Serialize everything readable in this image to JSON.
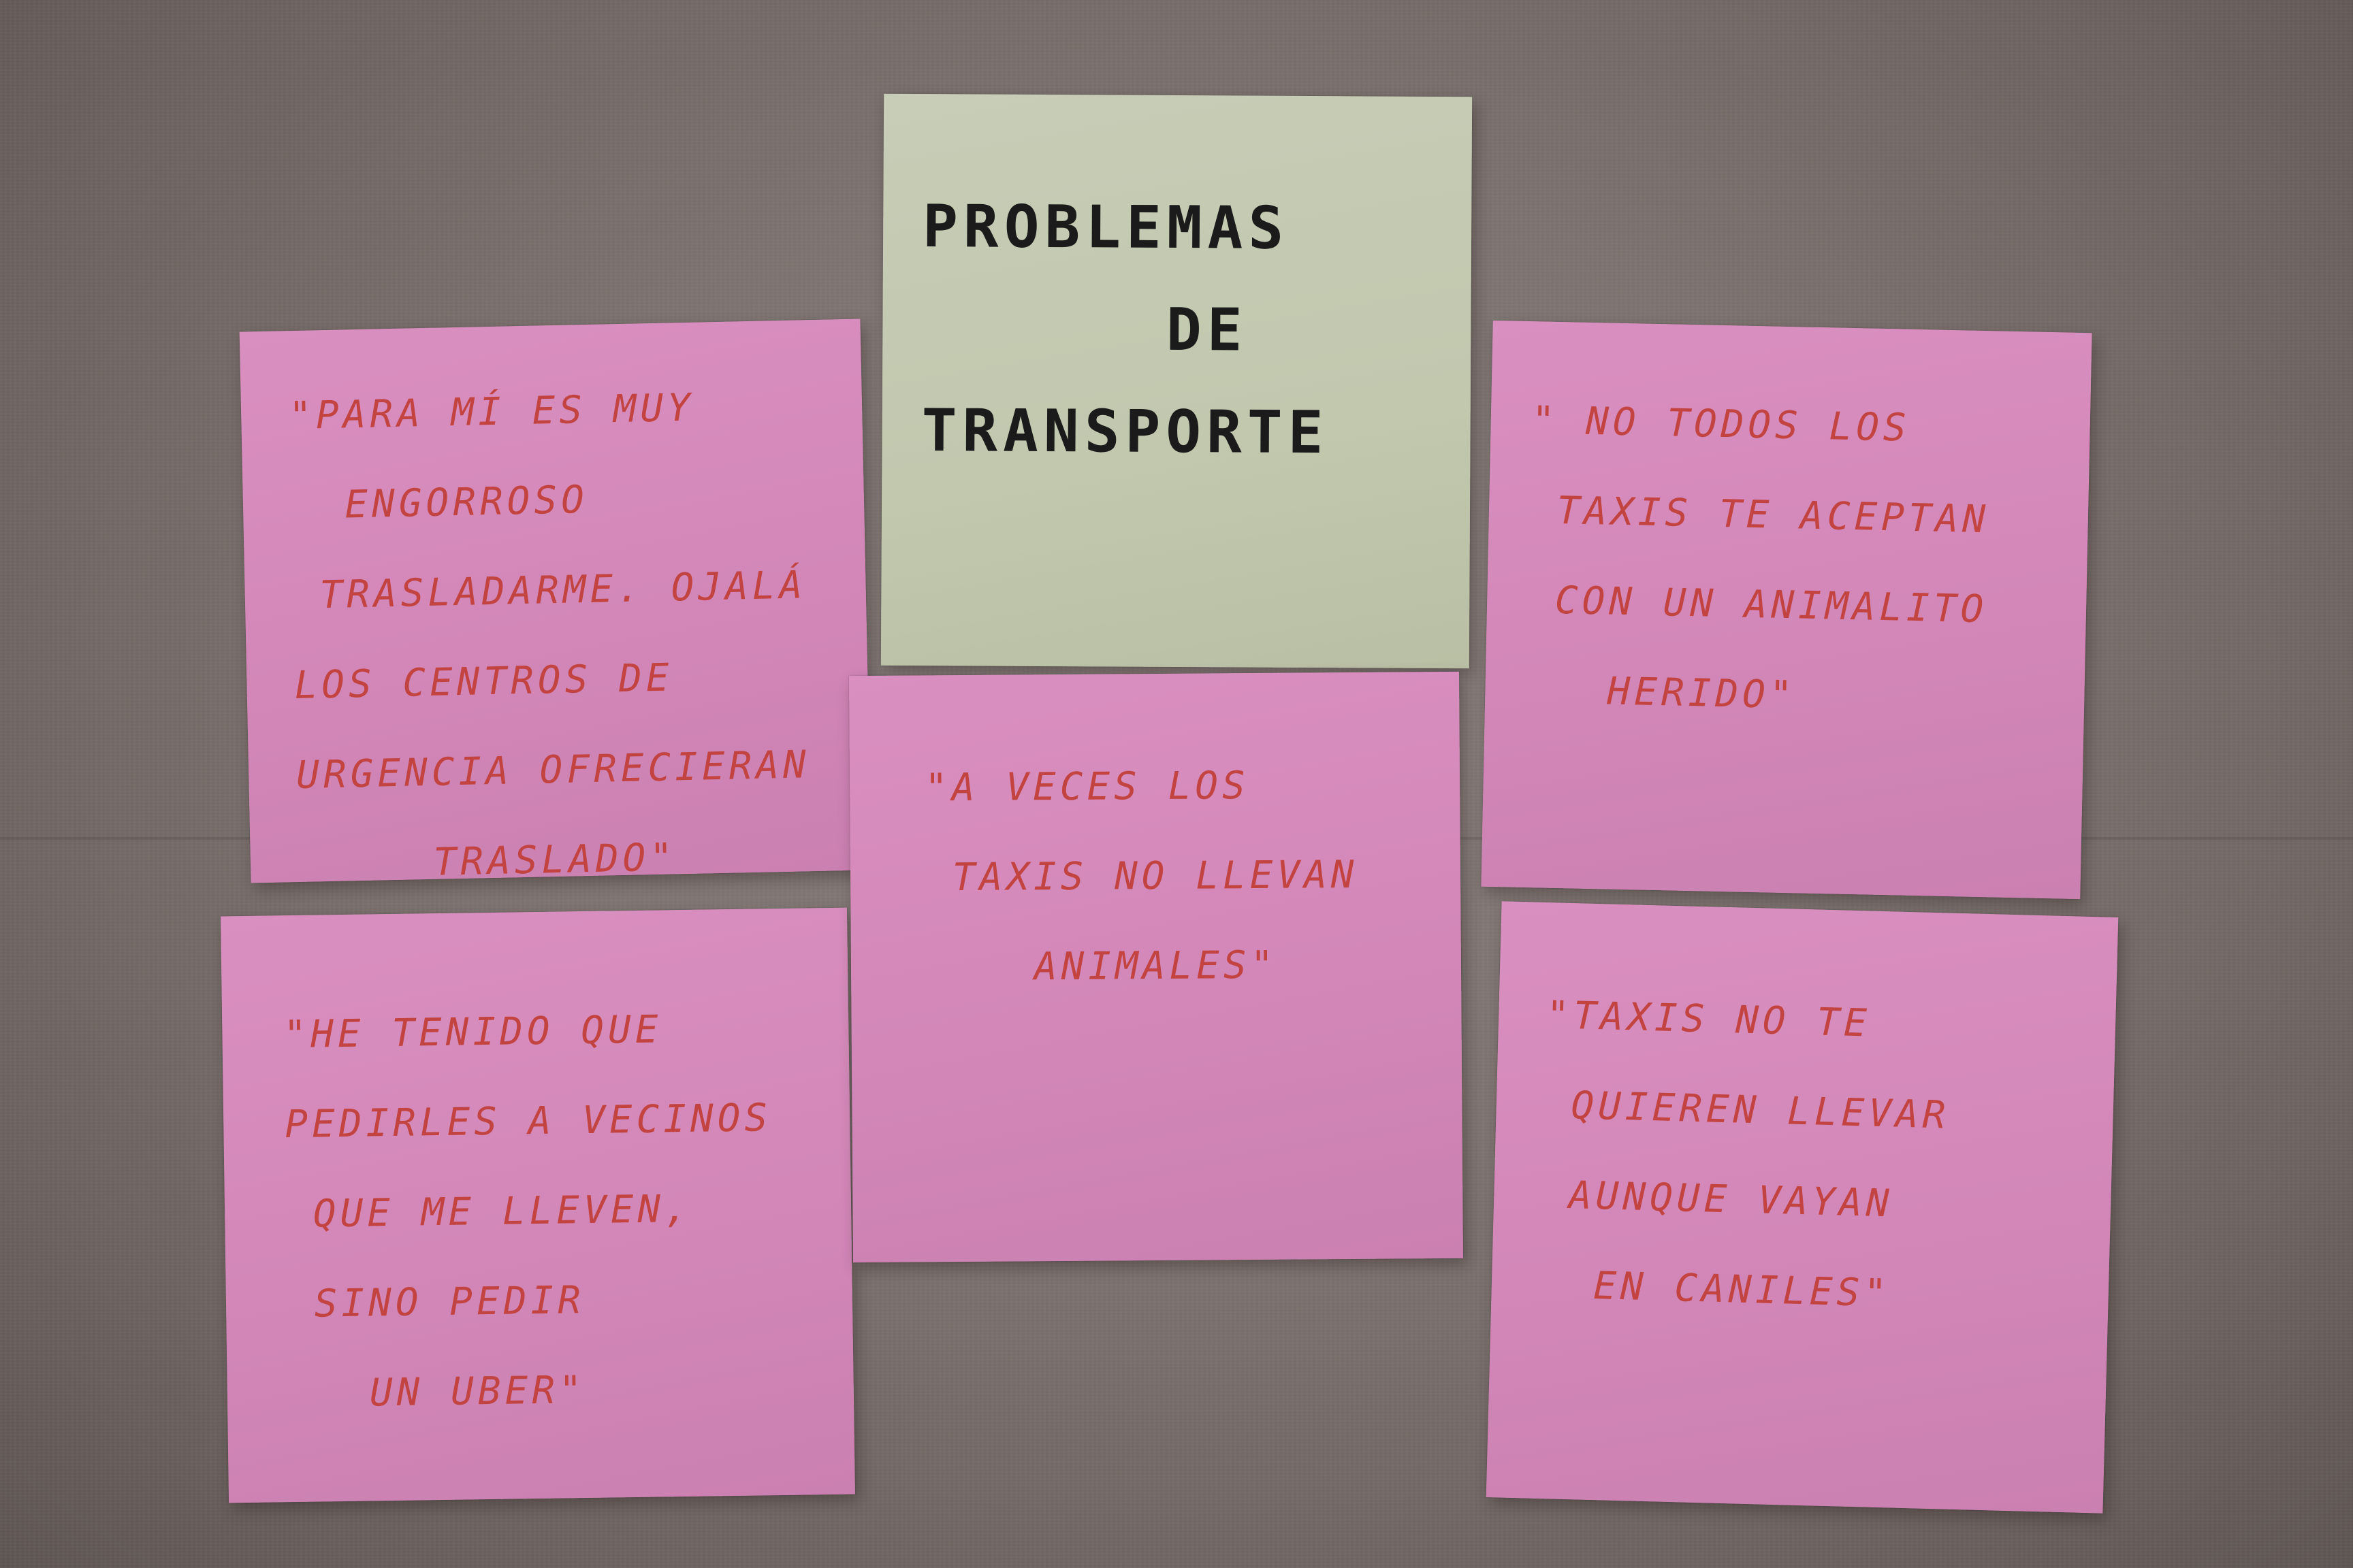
{
  "notes": {
    "title": {
      "color": "#c2c8ae",
      "text": "PROBLEMAS\n      DE\nTRANSPORTE"
    },
    "top_left": {
      "color": "#d287b8",
      "text": "\"PARA MÍ ES MUY\n  ENGORROSO\n TRASLADARME. OJALÁ\nLOS CENTROS DE\nURGENCIA OFRECIERAN\n     TRASLADO\""
    },
    "center": {
      "color": "#d287b8",
      "text": "\"A VECES LOS\n TAXIS NO LLEVAN\n    ANIMALES\""
    },
    "top_right": {
      "color": "#d287b8",
      "text": "\" NO TODOS LOS\n TAXIS TE ACEPTAN\n CON UN ANIMALITO\n   HERIDO\""
    },
    "bottom_left": {
      "color": "#d287b8",
      "text": "\"HE TENIDO QUE\nPEDIRLES A VECINOS\n QUE ME LLEVEN,\n SINO PEDIR\n   UN UBER\""
    },
    "bottom_right": {
      "color": "#d287b8",
      "text": "\"TAXIS NO TE\n QUIEREN LLEVAR\n AUNQUE VAYAN\n  EN CANILES\""
    }
  },
  "ink": {
    "red": "#c2433f",
    "black": "#1b1b1b"
  },
  "board_color": "#7d7370"
}
